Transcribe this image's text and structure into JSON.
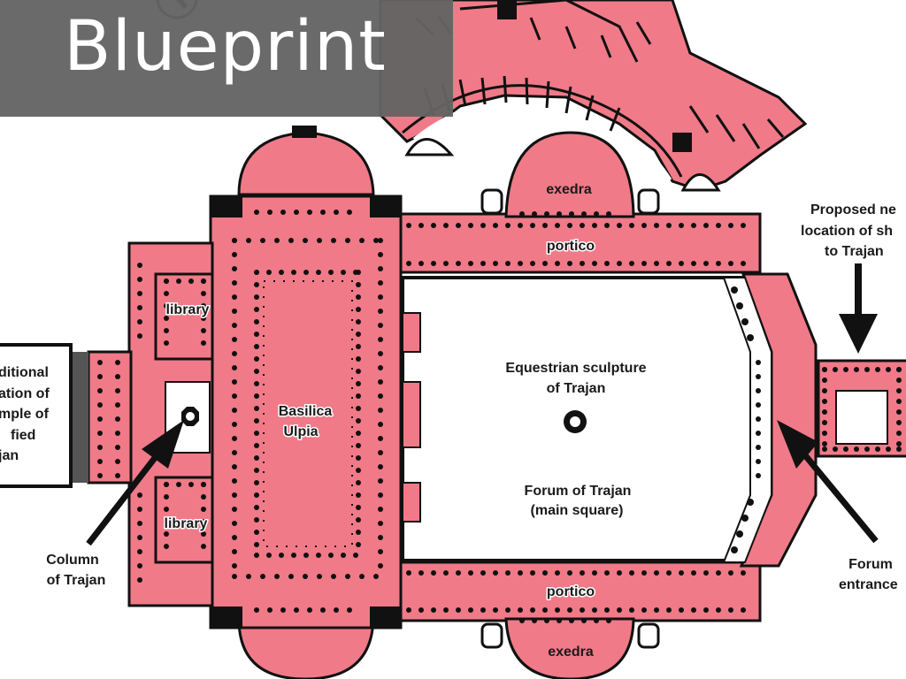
{
  "slide": {
    "title": "Blueprint"
  },
  "labels": {
    "exedra_top": "exedra",
    "portico_top": "portico",
    "library_top": "library",
    "library_bottom": "library",
    "basilica_line1": "Basilica",
    "basilica_line2": "Ulpia",
    "sculpture_line1": "Equestrian sculpture",
    "sculpture_line2": "of Trajan",
    "forum_line1": "Forum of Trajan",
    "forum_line2": "(main square)",
    "portico_bottom": "portico",
    "exedra_bottom": "exedra",
    "column_line1": "Column",
    "column_line2": "of Trajan",
    "entrance_line1": "Forum",
    "entrance_line2": "entrance",
    "proposed_line1": "Proposed ne",
    "proposed_line2": "location of sh",
    "proposed_line3": "to Trajan",
    "temple_line1": "ditional",
    "temple_line2": "ation of",
    "temple_line3": "mple of",
    "temple_line4": "fied",
    "temple_line5": "jan"
  },
  "colors": {
    "building": "#f07a88",
    "outline": "#111111",
    "title_bar": "#646464"
  }
}
